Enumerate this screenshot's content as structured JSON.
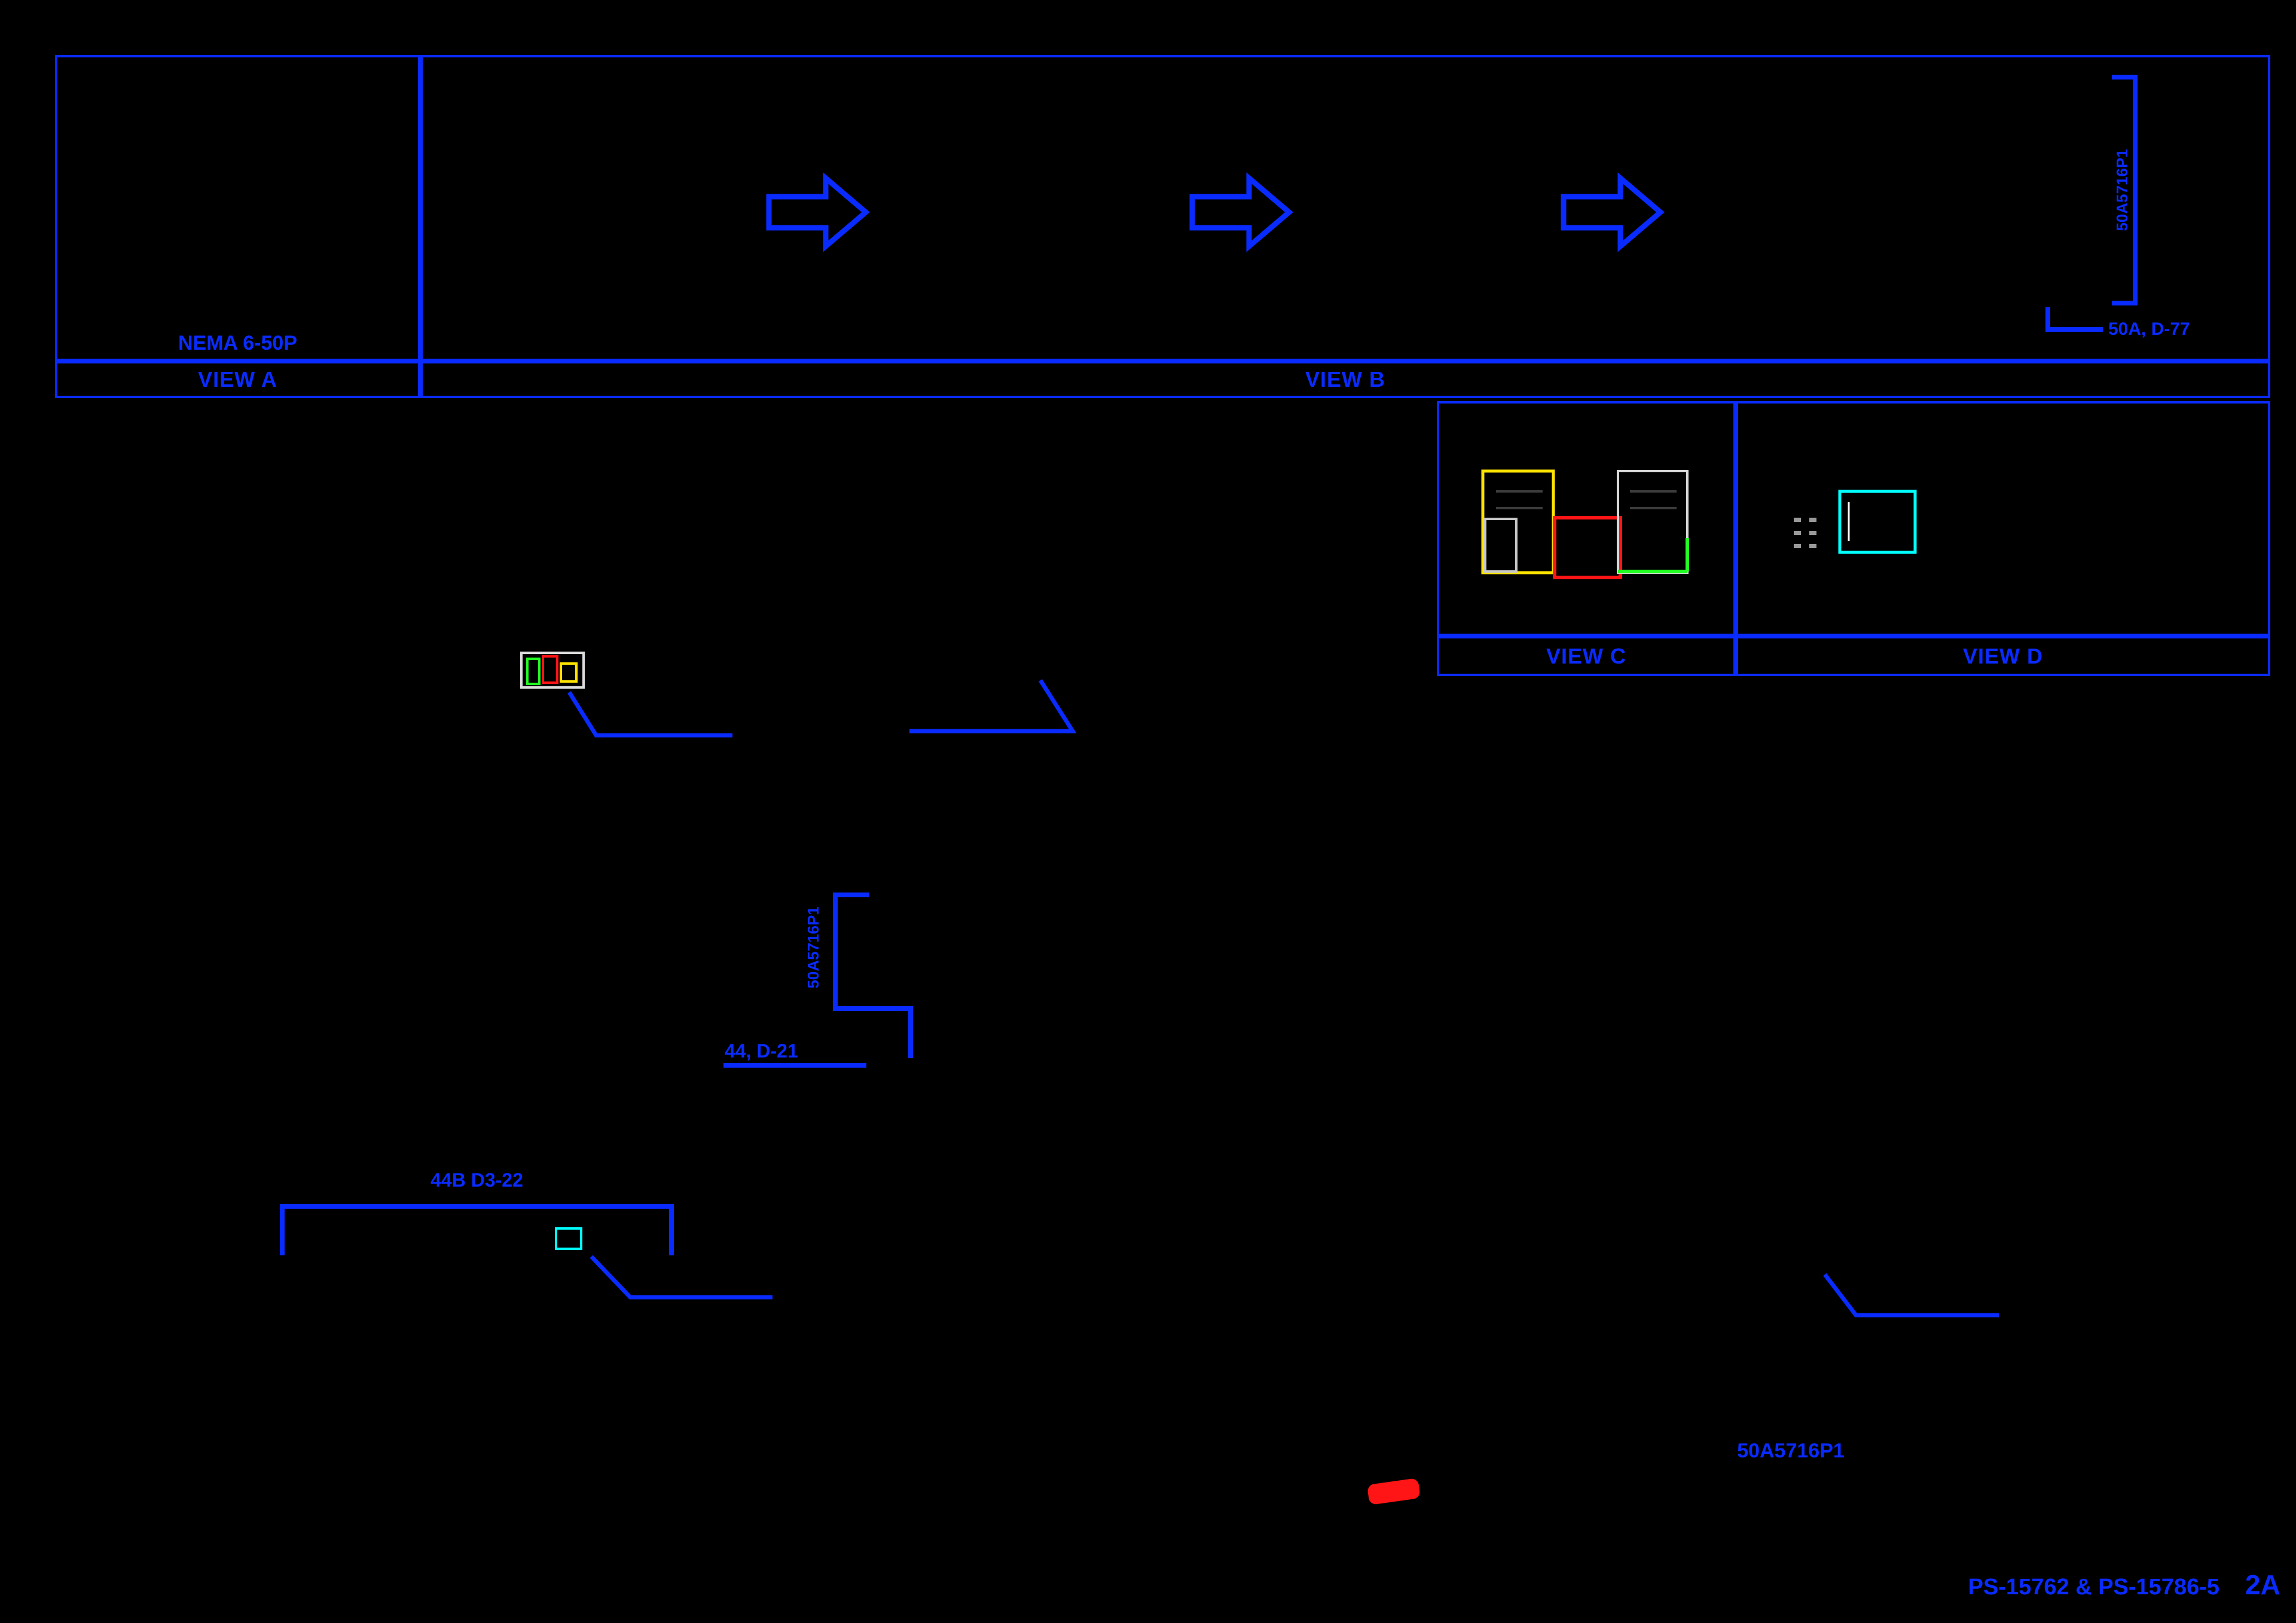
{
  "palette": {
    "line_blue": "#0a2bff",
    "connector_yellow": "#ffe400",
    "connector_red": "#ff1515",
    "connector_green": "#22ff22",
    "connector_cyan": "#00ffff",
    "connector_gray": "#cfcfcf",
    "background": "#000000"
  },
  "views": {
    "a": {
      "title": "VIEW A",
      "caption": "NEMA 6-50P"
    },
    "b": {
      "title": "VIEW B",
      "callout_vertical": "50A5716P1",
      "callout_label": "50A, D-77"
    },
    "c": {
      "title": "VIEW C"
    },
    "d": {
      "title": "VIEW D"
    }
  },
  "callouts": {
    "mid_vertical": "50A5716P1",
    "mid_label": "44, D-21",
    "dim_label": "44B D3-22",
    "part_label": "50A5716P1"
  },
  "footer": {
    "doc": "PS-15762 & PS-15786-5",
    "sheet": "2A"
  }
}
